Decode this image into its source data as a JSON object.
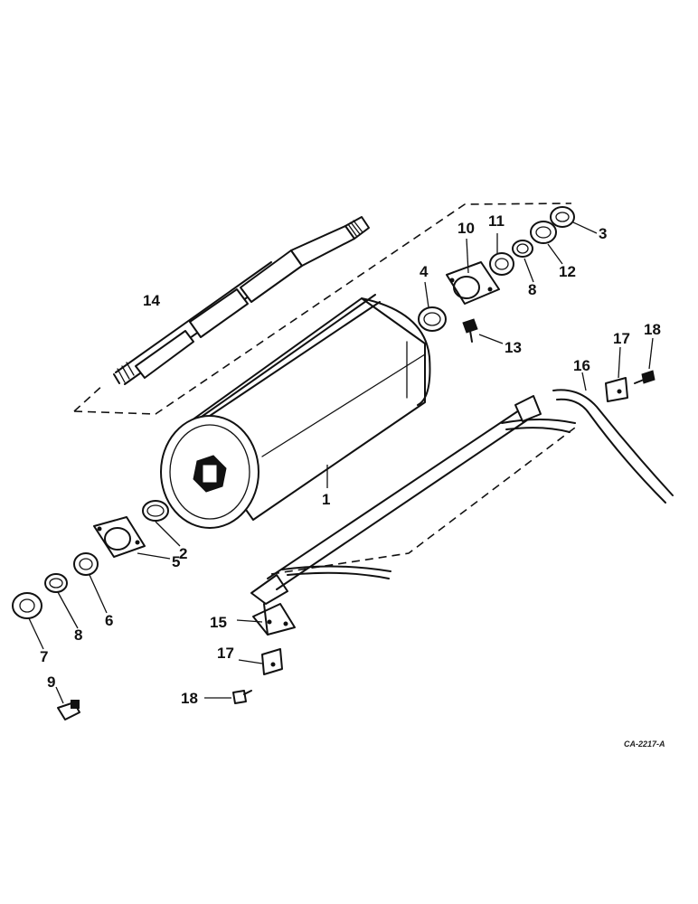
{
  "diagram": {
    "callouts": {
      "c1": "1",
      "c2": "2",
      "c3": "3",
      "c4": "4",
      "c5": "5",
      "c6": "6",
      "c7": "7",
      "c8a": "8",
      "c8b": "8",
      "c9": "9",
      "c10": "10",
      "c11": "11",
      "c12": "12",
      "c13": "13",
      "c14": "14",
      "c15": "15",
      "c16": "16",
      "c17a": "17",
      "c17b": "17",
      "c18a": "18",
      "c18b": "18"
    },
    "drawing_number": "CA-2217-A"
  }
}
